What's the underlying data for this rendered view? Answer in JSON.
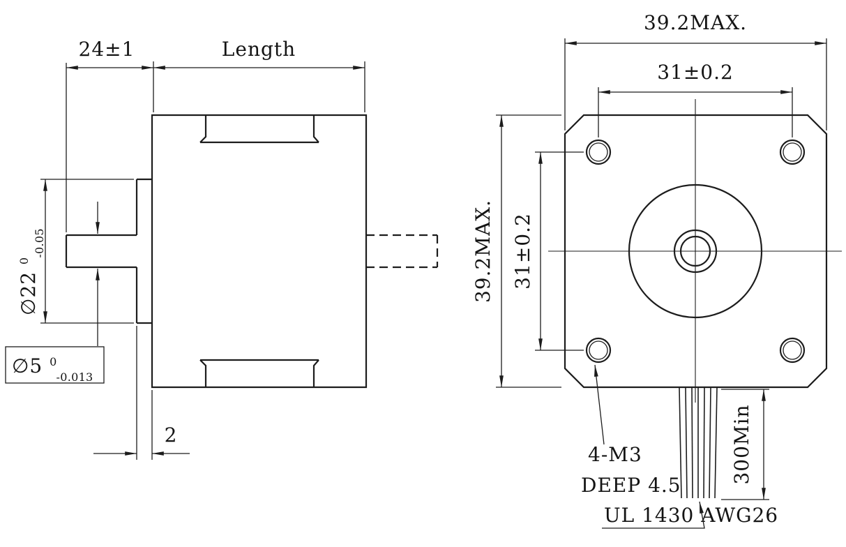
{
  "colors": {
    "line": "#1c1c1c",
    "background": "#ffffff"
  },
  "side_view": {
    "dim_shaft_length": "24±1",
    "dim_body_length": "Length",
    "boss_diameter": "∅22",
    "boss_diameter_tol_upper": "0",
    "boss_diameter_tol_lower": "-0.05",
    "shaft_diameter": "∅5",
    "shaft_diameter_tol_upper": "0",
    "shaft_diameter_tol_lower": "-0.013",
    "boss_thickness": "2"
  },
  "front_view": {
    "overall_width": "39.2MAX.",
    "hole_spacing_horizontal": "31±0.2",
    "overall_height": "39.2MAX.",
    "hole_spacing_vertical": "31±0.2",
    "hole_callout": "4-M3",
    "hole_depth": "DEEP 4.5",
    "wire_spec": "UL 1430 AWG26",
    "wire_min_length": "300Min"
  }
}
